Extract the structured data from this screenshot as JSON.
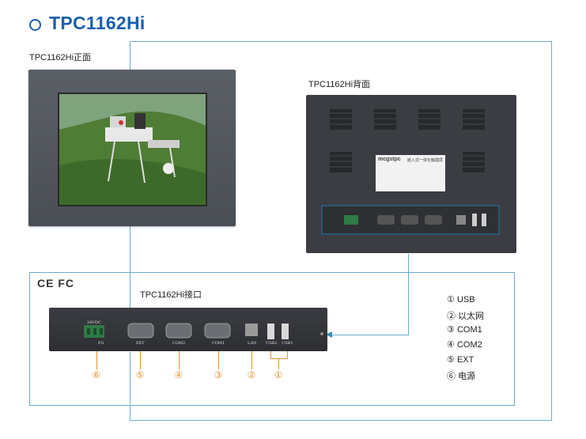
{
  "title": "TPC1162Hi",
  "front_label": "TPC1162Hi正面",
  "back_label": "TPC1162Hi背面",
  "interface_label": "TPC1162Hi接口",
  "cert_mark": "CE FC",
  "rear_sticker": {
    "brand": "mcgstpc",
    "heading": "嵌入式一体化触摸屏"
  },
  "ports": {
    "power": "24VDC",
    "fg": "FG",
    "ext": "EXT",
    "com2": "COM2",
    "com1": "COM1",
    "lan": "LAN",
    "usb2": "USB2",
    "usb1": "USB1"
  },
  "callouts": [
    "⑥",
    "⑤",
    "④",
    "③",
    "②",
    "①"
  ],
  "legend": [
    {
      "num": "①",
      "text": "USB"
    },
    {
      "num": "②",
      "text": "以太网"
    },
    {
      "num": "③",
      "text": "COM1"
    },
    {
      "num": "④",
      "text": "COM2"
    },
    {
      "num": "⑤",
      "text": "EXT"
    },
    {
      "num": "⑥",
      "text": "电源"
    }
  ],
  "colors": {
    "title_blue": "#1b5fae",
    "frame_line": "#6aaecb",
    "callout_orange": "#e3932f",
    "panel_dark": "#4a4e55"
  }
}
